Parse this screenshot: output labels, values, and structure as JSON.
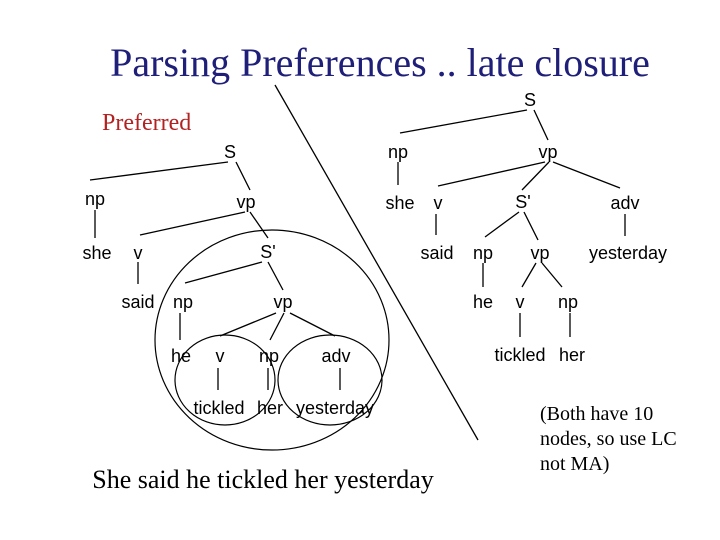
{
  "slide": {
    "title": "Parsing Preferences .. late closure",
    "preferred_label": "Preferred",
    "sentence": "She said he tickled her yesterday",
    "note_lines": [
      "(Both have 10",
      "nodes, so use LC",
      "not MA)"
    ],
    "colors": {
      "title": "#1f1f7a",
      "preferred": "#b22222",
      "lines": "#000000"
    }
  },
  "left_tree": {
    "nodes": [
      "S",
      "np",
      "vp",
      "she",
      "v",
      "S'",
      "said",
      "np",
      "vp",
      "he",
      "v",
      "np",
      "adv",
      "tickled",
      "her",
      "yesterday"
    ]
  },
  "right_tree": {
    "nodes": [
      "S",
      "np",
      "vp",
      "she",
      "v",
      "S'",
      "adv",
      "said",
      "np",
      "vp",
      "yesterday",
      "he",
      "v",
      "np",
      "tickled",
      "her"
    ]
  }
}
